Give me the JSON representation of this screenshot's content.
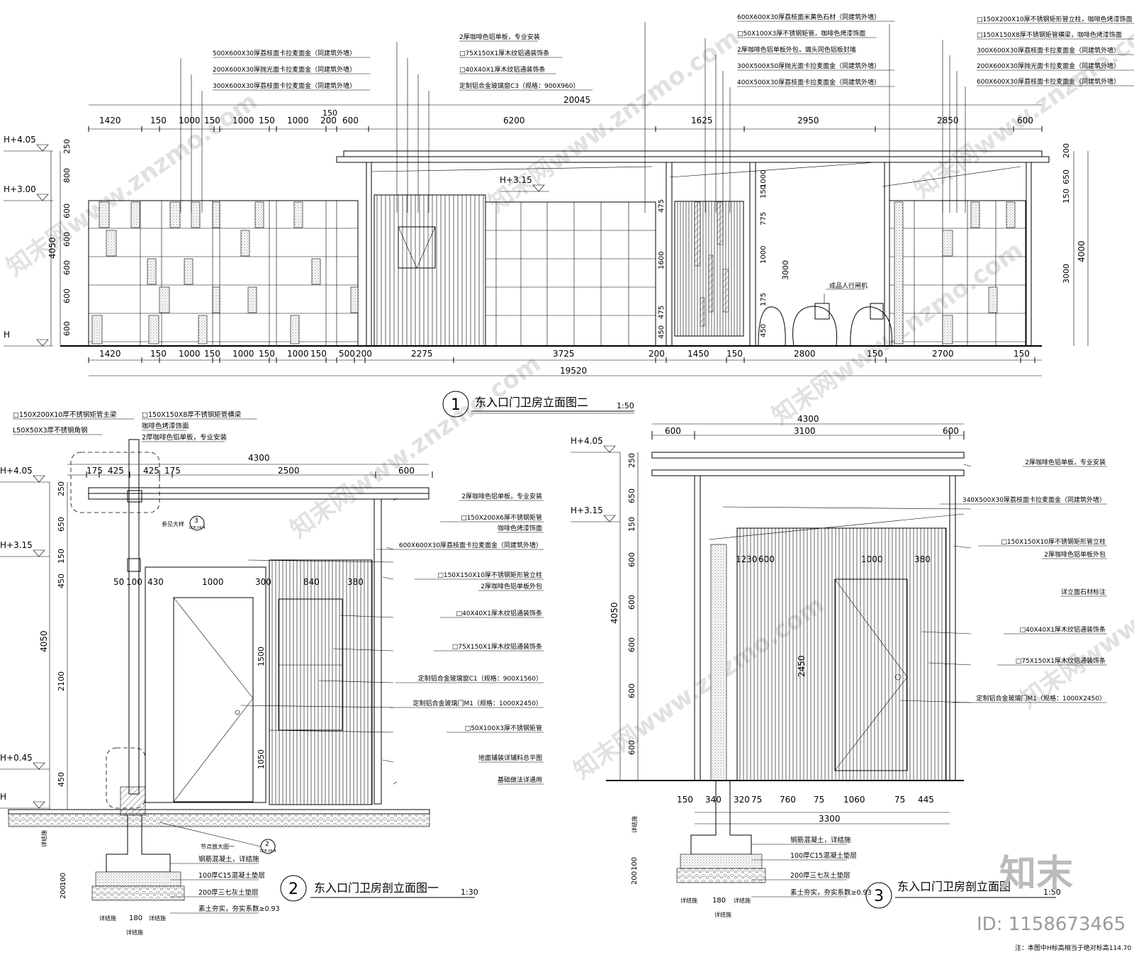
{
  "drawings": [
    {
      "number": "1",
      "title": "东入口门卫房立面图二",
      "scale": "1:50"
    },
    {
      "number": "2",
      "title": "东入口门卫房剖立面图一",
      "scale": "1:30"
    },
    {
      "number": "3",
      "title": "东入口门卫房剖立面图",
      "scale": "1:50"
    }
  ],
  "elev1": {
    "top_dims": [
      "1420",
      "150",
      "1000",
      "150",
      "1000",
      "150",
      "1000",
      "200",
      "600",
      "6200",
      "1625",
      "2950",
      "2850",
      "600"
    ],
    "top_extra_150": "150",
    "overall_top": "20045",
    "bottom_dims": [
      "1420",
      "150",
      "1000",
      "150",
      "1000",
      "150",
      "1000",
      "150",
      "500",
      "200",
      "2275",
      "3725",
      "200",
      "1450",
      "150",
      "2800",
      "150",
      "2700",
      "150"
    ],
    "overall_bottom": "19520",
    "levels": [
      "H+4.05",
      "H+3.00",
      "H",
      "H+3.15"
    ],
    "left_dims": [
      "250",
      "800",
      "600",
      "600",
      "600",
      "600",
      "600"
    ],
    "left_total": "4050",
    "right_dims": [
      "200",
      "650",
      "150",
      "3000"
    ],
    "right_total": "4000",
    "inner_dims_a": [
      "475",
      "1600",
      "475",
      "450"
    ],
    "inner_dims_b": [
      "1000",
      "150",
      "775",
      "1000",
      "175",
      "450",
      "3000"
    ],
    "gate_label": "成品人行闸机",
    "notes_left": [
      "500X600X30厚荔枝面卡拉麦面金（同建筑外墙）",
      "200X600X30厚抛光面卡拉麦面金（同建筑外墙）",
      "300X600X30厚荔枝面卡拉麦面金（同建筑外墙）"
    ],
    "notes_mid": [
      "2厚咖啡色铝单板，专业安装",
      "□75X150X1厚木纹铝通装饰条",
      "□40X40X1厚木纹铝通装饰条",
      "定制铝合金玻璃窗C3（规格：900X960）"
    ],
    "notes_mid2": [
      "600X600X30厚荔枝面米黄色石材（同建筑外墙）",
      "□50X100X3厚不锈钢矩管，咖啡色烤漆饰面",
      "2厚咖啡色铝单板外包，端头同色铝板封堵",
      "300X500X50厚抛光面卡拉麦面金（同建筑外墙）",
      "400X500X30厚荔枝面卡拉麦面金（同建筑外墙）"
    ],
    "notes_right": [
      "□150X200X10厚不锈钢矩形管立柱，咖啡色烤漆饰面",
      "□150X150X8厚不锈钢矩管横梁，咖啡色烤漆饰面",
      "300X600X30厚荔枝面卡拉麦面金（同建筑外墙）",
      "200X600X30厚抛光面卡拉麦面金（同建筑外墙）",
      "600X600X30厚荔枝面卡拉麦面金（同建筑外墙）"
    ]
  },
  "elev2": {
    "notes_top_left": [
      "□150X200X10厚不锈钢矩管主梁",
      "L50X50X3厚不锈钢角钢"
    ],
    "notes_top_right": [
      "□150X150X8厚不锈钢矩管横梁",
      "咖啡色烤漆饰面",
      "2厚咖啡色铝单板，专业安装"
    ],
    "top_dims": [
      "175",
      "425",
      "425",
      "175",
      "2500",
      "600"
    ],
    "overall": "4300",
    "levels": [
      "H+4.05",
      "H+3.15",
      "H+0.45",
      "H"
    ],
    "left_dims": [
      "250",
      "650",
      "150",
      "450",
      "2100",
      "450"
    ],
    "left_total": "4050",
    "inner_dims": [
      "50",
      "100",
      "430",
      "1000",
      "300",
      "840",
      "380"
    ],
    "inner_vert": [
      "1500",
      "1050"
    ],
    "detail_ref": "参见大样",
    "detail_num": "3",
    "detail_sheet": "LDE.06.4",
    "node_label": "节点放大图一",
    "node_num": "2",
    "node_sheet": "LDE.06.4",
    "notes_right": [
      "2厚咖啡色铝单板，专业安装",
      "□150X200X6厚不锈钢矩管",
      "咖啡色烤漆饰面",
      "600X600X30厚荔枝面卡拉麦面金（同建筑外墙）",
      "□150X150X10厚不锈钢矩形管立柱",
      "2厚咖啡色铝单板外包",
      "□40X40X1厚木纹铝通装饰条",
      "□75X150X1厚木纹铝通装饰条",
      "定制铝合金玻璃窗C1（规格：900X1560）",
      "定制铝合金玻璃门M1（规格：1000X2450）",
      "□50X100X3厚不锈钢矩管",
      "地面铺装详铺料总平图",
      "基础做法详通用"
    ],
    "found_notes": [
      "钢筋混凝土，详结施",
      "100厚C15混凝土垫层",
      "200厚三七灰土垫层",
      "素土夯实，夯实系数≥0.93"
    ],
    "found_dims": [
      "详结施",
      "180",
      "详结施"
    ],
    "found_bottom": "详结施",
    "found_vert": [
      "详结施",
      "100",
      "200"
    ]
  },
  "elev3": {
    "top_dims": [
      "600",
      "3100",
      "600"
    ],
    "overall": "4300",
    "levels": [
      "H+4.05",
      "H+3.15"
    ],
    "left_dims": [
      "250",
      "650",
      "150",
      "600",
      "600",
      "600",
      "600",
      "600"
    ],
    "left_total": "4050",
    "inner_dims": [
      "1230",
      "600",
      "1000",
      "380"
    ],
    "inner_vert": "2450",
    "bottom_dims": [
      "150",
      "340",
      "320",
      "75",
      "760",
      "75",
      "1060",
      "75",
      "445"
    ],
    "bottom_total": "3300",
    "notes_right": [
      "2厚咖啡色铝单板，专业安装",
      "340X500X30厚荔枝面卡拉麦面金（同建筑外墙）",
      "□150X150X10厚不锈钢矩形管立柱",
      "2厚咖啡色铝单板外包",
      "详立面石材标注",
      "□40X40X1厚木纹铝通装饰条",
      "□75X150X1厚木纹铝通装饰条",
      "定制铝合金玻璃门M1（规格：1000X2450）"
    ],
    "found_notes": [
      "钢筋混凝土，详结施",
      "100厚C15混凝土垫层",
      "200厚三七灰土垫层",
      "素土夯实，夯实系数≥0.93"
    ],
    "found_dims": [
      "详结施",
      "180",
      "详结施"
    ],
    "found_bottom": "详结施",
    "found_vert": [
      "详结施",
      "100",
      "200"
    ]
  },
  "footer_note": "注：本图中H标高相当于绝对标高114.70",
  "brand_logo": "知末",
  "id_label": "ID: 1158673465",
  "watermark": "知末网www.znzmo.com"
}
